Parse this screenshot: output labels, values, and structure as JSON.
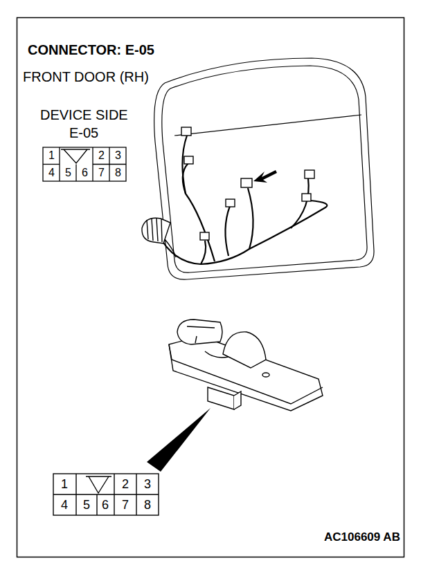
{
  "diagram": {
    "title": "CONNECTOR: E-05",
    "caption": "AC106609 AB",
    "labels": [
      "FRONT DOOR (RH)",
      "DEVICE SIDE",
      "E-05",
      "1",
      "2",
      "3",
      "4",
      "5",
      "6",
      "7",
      "8",
      "1",
      "2",
      "3",
      "4",
      "5",
      "6",
      "7",
      "8"
    ]
  }
}
